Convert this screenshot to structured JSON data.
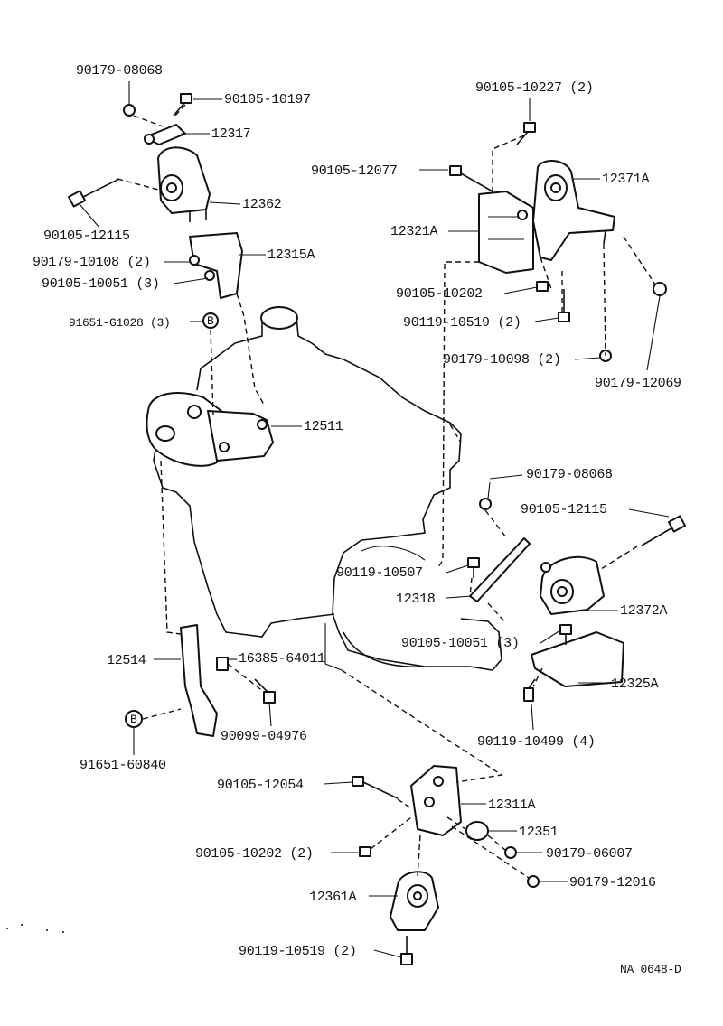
{
  "diagram_code": "NA 0648-D",
  "labels": {
    "p_90179_08068_top": "90179-08068",
    "p_90105_10197": "90105-10197",
    "p_12317": "12317",
    "p_12362": "12362",
    "p_90105_12115_left": "90105-12115",
    "p_90179_10108": "90179-10108 (2)",
    "p_12315a": "12315A",
    "p_90105_10051_left": "90105-10051 (3)",
    "p_91651_g1028": "91651-G1028 (3)",
    "p_90105_10227": "90105-10227 (2)",
    "p_90105_12077": "90105-12077",
    "p_12371a": "12371A",
    "p_12321a": "12321A",
    "p_90105_10202_top": "90105-10202",
    "p_90119_10519_top": "90119-10519 (2)",
    "p_90179_10098": "90179-10098 (2)",
    "p_90179_12069": "90179-12069",
    "p_12511": "12511",
    "p_90179_08068_right": "90179-08068",
    "p_90105_12115_right": "90105-12115",
    "p_90119_10507": "90119-10507",
    "p_12318": "12318",
    "p_12372a": "12372A",
    "p_90105_10051_right": "90105-10051 (3)",
    "p_12325a": "12325A",
    "p_90119_10499": "90119-10499 (4)",
    "p_12514": "12514",
    "p_16385_64011": "16385-64011",
    "p_90099_04976": "90099-04976",
    "p_91651_60840": "91651-60840",
    "p_90105_12054": "90105-12054",
    "p_12311a": "12311A",
    "p_12351": "12351",
    "p_90105_10202_bottom": "90105-10202 (2)",
    "p_90179_06007": "90179-06007",
    "p_90179_12016": "90179-12016",
    "p_12361a": "12361A",
    "p_90119_10519_bottom": "90119-10519 (2)",
    "washer_mark": "B"
  }
}
